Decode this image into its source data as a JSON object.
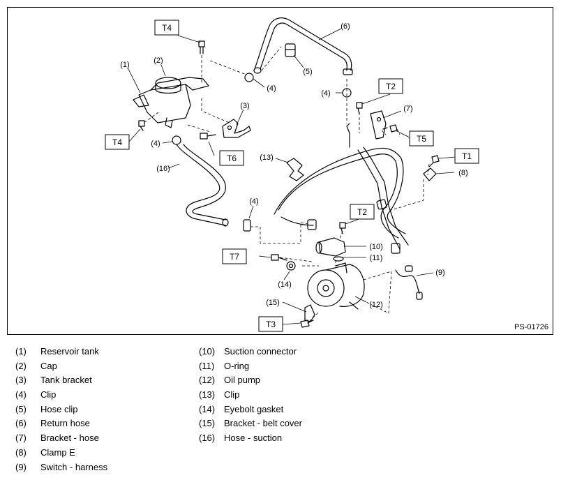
{
  "figure_id": "PS-01726",
  "torque_tags": [
    "T4",
    "T4",
    "T6",
    "T2",
    "T5",
    "T1",
    "T2",
    "T7",
    "T3"
  ],
  "callouts": [
    "(1)",
    "(2)",
    "(3)",
    "(4)",
    "(4)",
    "(4)",
    "(4)",
    "(5)",
    "(6)",
    "(7)",
    "(8)",
    "(9)",
    "(10)",
    "(11)",
    "(12)",
    "(13)",
    "(14)",
    "(15)",
    "(16)"
  ],
  "legend_left": [
    {
      "num": "(1)",
      "label": "Reservoir tank"
    },
    {
      "num": "(2)",
      "label": "Cap"
    },
    {
      "num": "(3)",
      "label": "Tank bracket"
    },
    {
      "num": "(4)",
      "label": "Clip"
    },
    {
      "num": "(5)",
      "label": "Hose clip"
    },
    {
      "num": "(6)",
      "label": "Return hose"
    },
    {
      "num": "(7)",
      "label": "Bracket - hose"
    },
    {
      "num": "(8)",
      "label": "Clamp E"
    },
    {
      "num": "(9)",
      "label": "Switch - harness"
    }
  ],
  "legend_right": [
    {
      "num": "(10)",
      "label": "Suction connector"
    },
    {
      "num": "(11)",
      "label": "O-ring"
    },
    {
      "num": "(12)",
      "label": "Oil pump"
    },
    {
      "num": "(13)",
      "label": "Clip"
    },
    {
      "num": "(14)",
      "label": "Eyebolt gasket"
    },
    {
      "num": "(15)",
      "label": "Bracket - belt cover"
    },
    {
      "num": "(16)",
      "label": "Hose - suction"
    }
  ]
}
